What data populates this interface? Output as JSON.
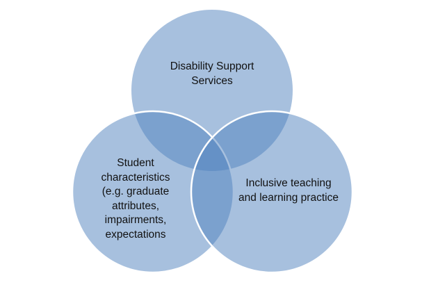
{
  "diagram": {
    "type": "venn",
    "circles": [
      {
        "id": "disability",
        "label": "Disability Support Services"
      },
      {
        "id": "student",
        "label": "Student characteristics (e.g. graduate attributes, impairments, expectations"
      },
      {
        "id": "inclusive",
        "label": "Inclusive teaching and learning practice"
      }
    ],
    "colors": {
      "fill": "#4f81bd",
      "stroke": "#ffffff"
    }
  }
}
